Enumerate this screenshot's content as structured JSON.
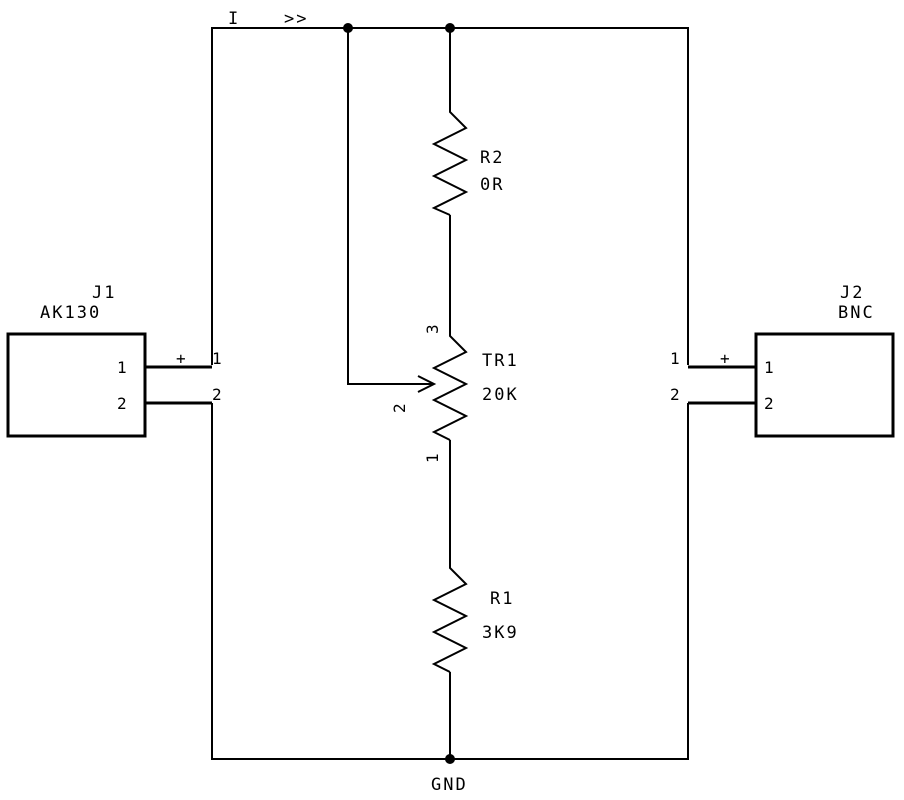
{
  "current_label": "I",
  "current_arrow": ">>",
  "ground_label": "GND",
  "components": {
    "j1": {
      "ref": "J1",
      "value": "AK130",
      "pin1": "1",
      "pin2": "2",
      "pin1_outer": "1",
      "pin2_outer": "2",
      "polarity": "+"
    },
    "j2": {
      "ref": "J2",
      "value": "BNC",
      "pin1": "1",
      "pin2": "2",
      "pin1_outer": "1",
      "pin2_outer": "2",
      "polarity": "+"
    },
    "r2": {
      "ref": "R2",
      "value": "0R"
    },
    "tr1": {
      "ref": "TR1",
      "value": "20K",
      "pin1": "1",
      "pin2": "2",
      "pin3": "3"
    },
    "r1": {
      "ref": "R1",
      "value": "3K9"
    }
  }
}
